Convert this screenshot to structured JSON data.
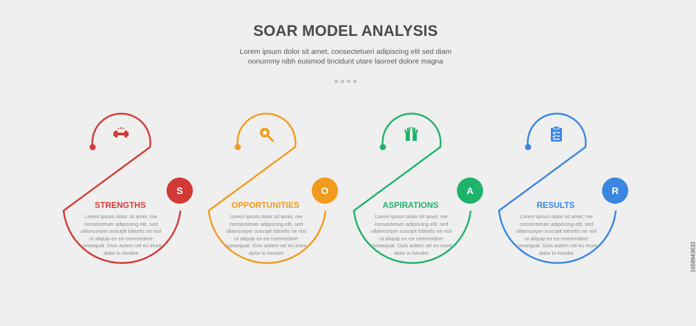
{
  "header": {
    "title": "SOAR MODEL ANALYSIS",
    "subtitle": "Lorem ipsum dolor sit amet, consectetueri adipiscing elit sed diam nonummy nibh euismod tincidunt utare laoreet dolore magna"
  },
  "steps": [
    {
      "letter": "S",
      "title": "STRENGTHS",
      "color": "#d33a35",
      "icon": "dumbbell-icon",
      "desc": "Lorem ipsum dolor sit amet, me consectetuer adipiscing elit, sed ullamcorper suscipit lobortis ne nisl ut aliquip ex ea commodore consequat. Duis autem vel eu iriure dolor in hendre"
    },
    {
      "letter": "O",
      "title": "OPPORTUNITIES",
      "color": "#f29a1d",
      "icon": "search-star-icon",
      "desc": "Lorem ipsum dolor sit amet, me consectetuer adipiscing elit, sed ullamcorper suscipit lobortis ne nisl ut aliquip ex ea commodore consequat. Duis autem vel eu iriure dolor in hendre"
    },
    {
      "letter": "A",
      "title": "ASPIRATIONS",
      "color": "#1fb26b",
      "icon": "raised-hands-icon",
      "desc": "Lorem ipsum dolor sit amet, me consectetuer adipiscing elit, sed ullamcorper suscipit lobortis ne nisl ut aliquip ex ea commodore consequat. Duis autem vel eu iriure dolor in hendre"
    },
    {
      "letter": "R",
      "title": "RESULTS",
      "color": "#3a86e0",
      "icon": "clipboard-checklist-icon",
      "desc": "Lorem ipsum dolor sit amet, me consectetuer adipiscing elit, sed ullamcorper suscipit lobortis ne nisl ut aliquip ex ea commodore consequat. Duis autem vel eu iriure dolor in hendre"
    }
  ],
  "watermark_id": "1658943633"
}
